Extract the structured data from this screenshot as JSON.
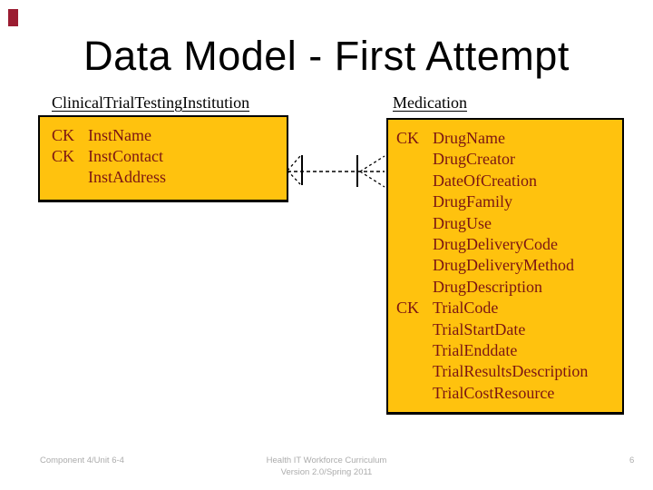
{
  "slide": {
    "title": "Data Model - First Attempt",
    "page_number": "6",
    "footer": {
      "left": "Component 4/Unit 6-4",
      "center_line1": "Health IT Workforce Curriculum",
      "center_line2": "Version 2.0/Spring 2011"
    }
  },
  "colors": {
    "background": "#ffffff",
    "title_text": "#000000",
    "entity_fill": "#ffc20e",
    "entity_border": "#000000",
    "entity_label_text": "#000000",
    "field_text": "#7b1513",
    "footer_text": "#acacac",
    "corner_accent": "#9b1c31"
  },
  "diagram": {
    "entities": [
      {
        "name": "ClinicalTrialTestingInstitution",
        "fields": [
          {
            "key": "CK",
            "name": "InstName"
          },
          {
            "key": "CK",
            "name": "InstContact"
          },
          {
            "key": "",
            "name": "InstAddress"
          }
        ]
      },
      {
        "name": "Medication",
        "fields": [
          {
            "key": "CK",
            "name": "DrugName"
          },
          {
            "key": "",
            "name": "DrugCreator"
          },
          {
            "key": "",
            "name": "DateOfCreation"
          },
          {
            "key": "",
            "name": "DrugFamily"
          },
          {
            "key": "",
            "name": "DrugUse"
          },
          {
            "key": "",
            "name": "DrugDeliveryCode"
          },
          {
            "key": "",
            "name": "DrugDeliveryMethod"
          },
          {
            "key": "",
            "name": "DrugDescription"
          },
          {
            "key": "CK",
            "name": "TrialCode"
          },
          {
            "key": "",
            "name": "TrialStartDate"
          },
          {
            "key": "",
            "name": "TrialEnddate"
          },
          {
            "key": "",
            "name": "TrialResultsDescription"
          },
          {
            "key": "",
            "name": "TrialCostResource"
          }
        ]
      }
    ],
    "relationship": {
      "between": [
        "ClinicalTrialTestingInstitution",
        "Medication"
      ],
      "line_style": "dashed",
      "left_end": "crow-foot-with-bar",
      "right_end": "bar-with-crow-foot",
      "cardinality": "many-to-many"
    }
  }
}
